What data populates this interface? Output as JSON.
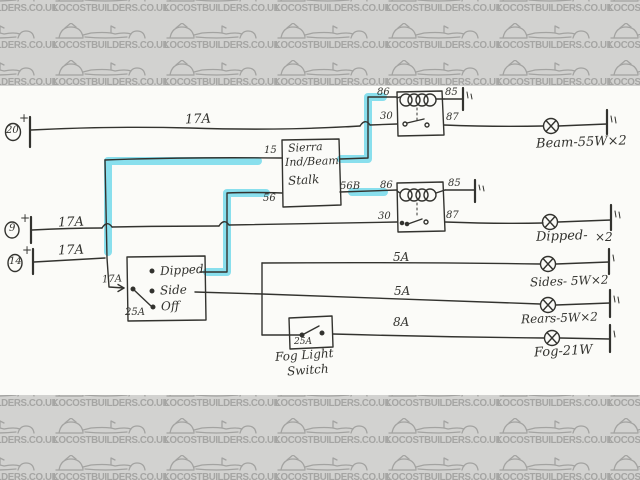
{
  "watermark": {
    "text": "LOCOSTBUILDERS.CO.UK"
  },
  "colors": {
    "highlight": "#3ecde6",
    "ink": "#33332f",
    "band_background": "#d2d2d0",
    "paper": "#fbfbf8",
    "watermark_text": "#a5a5a3"
  },
  "feeds": {
    "f20": {
      "id": "20",
      "plus": "+",
      "fuse": "17A"
    },
    "f9": {
      "id": "9",
      "plus": "+",
      "fuse": "17A"
    },
    "f14": {
      "id": "14",
      "plus": "+",
      "fuse": "17A"
    }
  },
  "stalk": {
    "line1": "Sierra",
    "line2": "Ind/Beam",
    "line3": "Stalk",
    "t15": "15",
    "t56": "56",
    "t56b": "56B"
  },
  "relay_beam": {
    "t86": "86",
    "t85": "85",
    "t30": "30",
    "t87": "87"
  },
  "relay_dip": {
    "t86": "86",
    "t85": "85",
    "t30": "30",
    "t87": "87"
  },
  "light_switch": {
    "input": "17A",
    "rating": "25A",
    "pos_dipped": "Dipped",
    "pos_side": "Side",
    "pos_off": "Off"
  },
  "fog_switch": {
    "rating": "25A",
    "caption1": "Fog Light",
    "caption2": "Switch"
  },
  "fuses": {
    "sides": "5A",
    "rears": "5A",
    "fog": "8A"
  },
  "lamps": {
    "beam": "Beam-55W×2",
    "dipped": "Dipped-",
    "dipped_qty": "×2",
    "sides": "Sides- 5W×2",
    "rears": "Rears-5W×2",
    "fog": "Fog-21W"
  }
}
